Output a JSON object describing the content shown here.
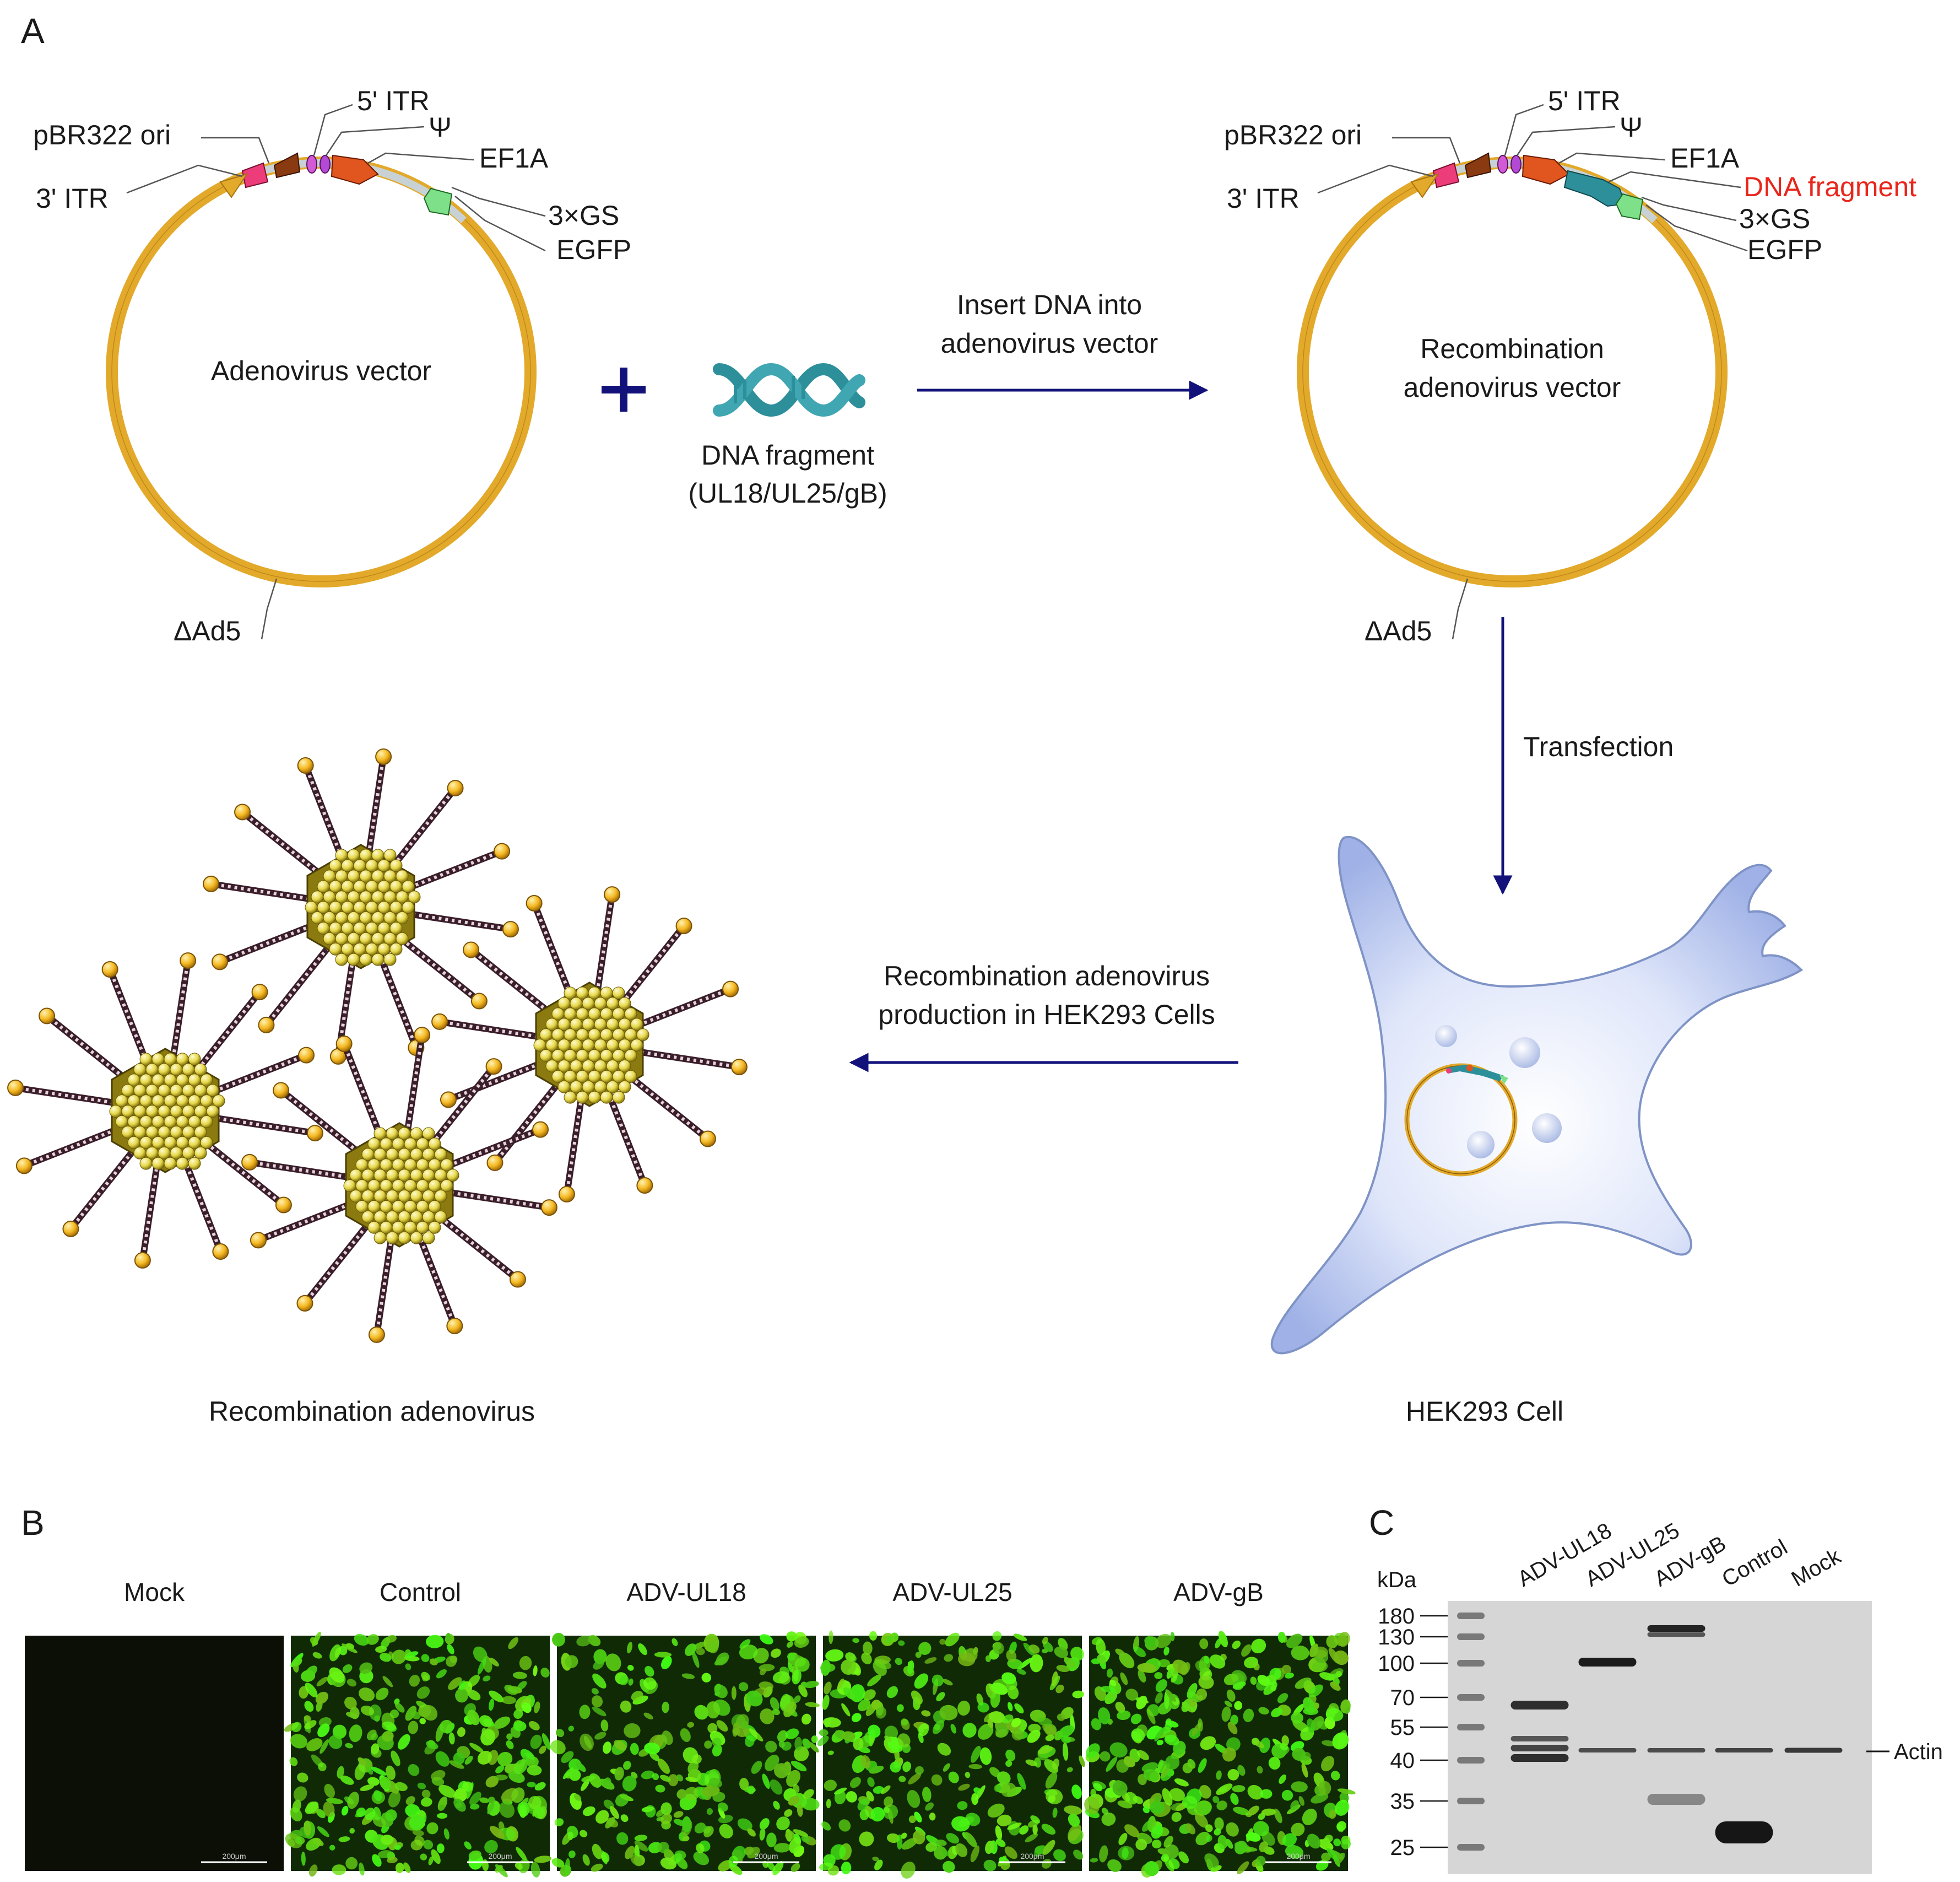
{
  "panels": {
    "a": "A",
    "b": "B",
    "c": "C"
  },
  "vector": {
    "title": "Adenovirus vector",
    "labels": {
      "pbr322": "pBR322 ori",
      "itr5": "5' ITR",
      "psi": "Ψ",
      "ef1a": "EF1A",
      "itr3": "3' ITR",
      "gs": "3×GS",
      "egfp": "EGFP",
      "ad5": "ΔAd5"
    }
  },
  "recomb_vector": {
    "title_line1": "Recombination",
    "title_line2": "adenovirus vector",
    "dna_fragment_label": "DNA fragment"
  },
  "dna": {
    "line1": "DNA fragment",
    "line2": "(UL18/UL25/gB)"
  },
  "arrows": {
    "insert_line1": "Insert DNA into",
    "insert_line2": "adenovirus vector",
    "transfection": "Transfection",
    "production_line1": "Recombination adenovirus",
    "production_line2": "production in HEK293 Cells"
  },
  "captions": {
    "virus": "Recombination adenovirus",
    "cell": "HEK293 Cell"
  },
  "fluorescence": {
    "scale_bar": "200μm",
    "images": [
      {
        "title": "Mock",
        "signal": 0.0
      },
      {
        "title": "Control",
        "signal": 0.62
      },
      {
        "title": "ADV-UL18",
        "signal": 0.55
      },
      {
        "title": "ADV-UL25",
        "signal": 0.58
      },
      {
        "title": "ADV-gB",
        "signal": 0.68
      }
    ]
  },
  "western_blot": {
    "unit": "kDa",
    "ladder": [
      "180",
      "130",
      "100",
      "70",
      "55",
      "40",
      "35",
      "25"
    ],
    "lanes": [
      "ADV-UL18",
      "ADV-UL25",
      "ADV-gB",
      "Control",
      "Mock"
    ],
    "actin_label": "Actin"
  },
  "colors": {
    "backbone": "#E2A92A",
    "arrow": "#12127a",
    "dna_fragment": "#2C8F9A",
    "red_text": "#e8261c",
    "cell_fill": "#c9d4f2",
    "egfp": "#7fe08a",
    "ef1a": "#e0561e",
    "itr": "#ec3d7a",
    "pbr": "#8a3a10",
    "psi": "#b24ad6"
  }
}
